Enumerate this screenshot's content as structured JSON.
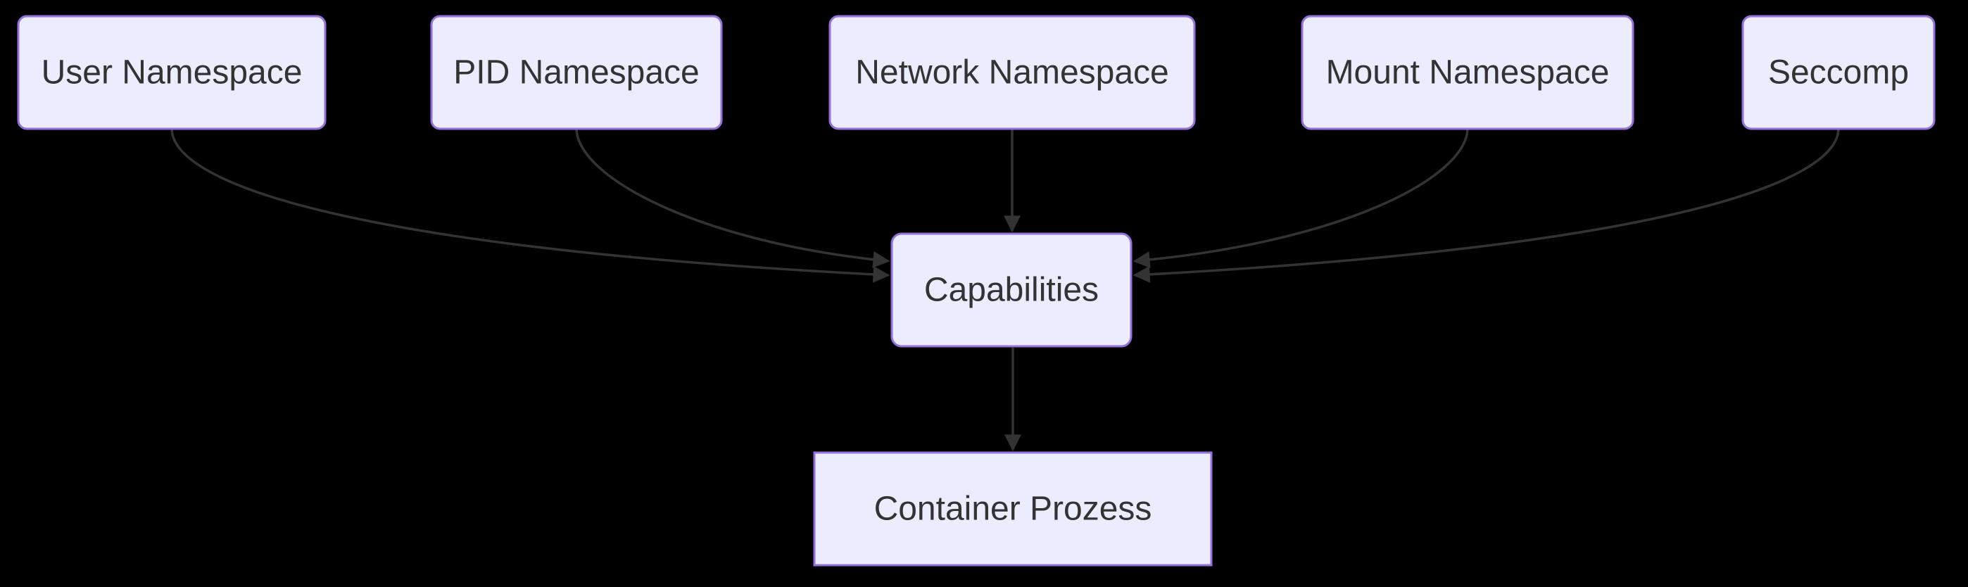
{
  "diagram": {
    "type": "flowchart",
    "direction": "top-down",
    "colors": {
      "background": "#000000",
      "node_fill": "#ECECFF",
      "node_border": "#9370DB",
      "edge_color": "#333333",
      "text_color": "#333333"
    },
    "nodes": [
      {
        "id": "user-namespace",
        "label": "User Namespace",
        "shape": "rounded"
      },
      {
        "id": "pid-namespace",
        "label": "PID Namespace",
        "shape": "rounded"
      },
      {
        "id": "network-namespace",
        "label": "Network Namespace",
        "shape": "rounded"
      },
      {
        "id": "mount-namespace",
        "label": "Mount Namespace",
        "shape": "rounded"
      },
      {
        "id": "seccomp",
        "label": "Seccomp",
        "shape": "rounded"
      },
      {
        "id": "capabilities",
        "label": "Capabilities",
        "shape": "rounded"
      },
      {
        "id": "container-prozess",
        "label": "Container Prozess",
        "shape": "rectangle"
      }
    ],
    "edges": [
      {
        "from": "user-namespace",
        "to": "capabilities",
        "arrow": true
      },
      {
        "from": "pid-namespace",
        "to": "capabilities",
        "arrow": true
      },
      {
        "from": "network-namespace",
        "to": "capabilities",
        "arrow": true
      },
      {
        "from": "mount-namespace",
        "to": "capabilities",
        "arrow": true
      },
      {
        "from": "seccomp",
        "to": "capabilities",
        "arrow": true
      },
      {
        "from": "capabilities",
        "to": "container-prozess",
        "arrow": true
      }
    ]
  }
}
